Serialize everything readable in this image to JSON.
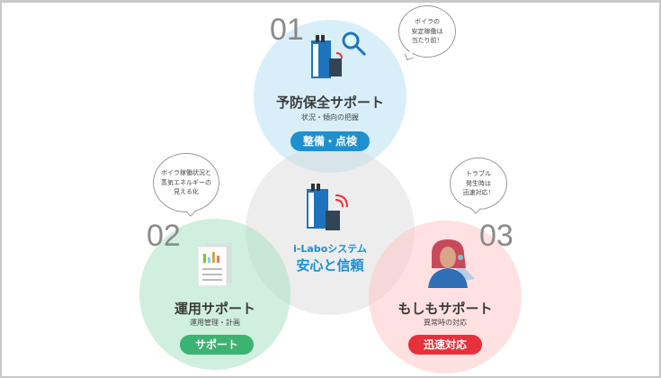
{
  "center": {
    "system": "i-Laboシステム",
    "tagline": "安心と信頼"
  },
  "sections": [
    {
      "number": "01",
      "title": "予防保全サポート",
      "subtitle": "状況・傾向の把握",
      "badge": "整備・点検",
      "badge_color": "#1e90d0",
      "bubble": "ボイラの\n安定稼働は\n当たり前！"
    },
    {
      "number": "02",
      "title": "運用サポート",
      "subtitle": "運用管理・計画",
      "badge": "サポート",
      "badge_color": "#3cb371",
      "bubble": "ボイラ稼働状況と\n蒸気エネルギーの\n見える化"
    },
    {
      "number": "03",
      "title": "もしもサポート",
      "subtitle": "異常時の対応",
      "badge": "迅速対応",
      "badge_color": "#e8303a",
      "bubble": "トラブル\n発生時は\n迅速対応！"
    }
  ]
}
